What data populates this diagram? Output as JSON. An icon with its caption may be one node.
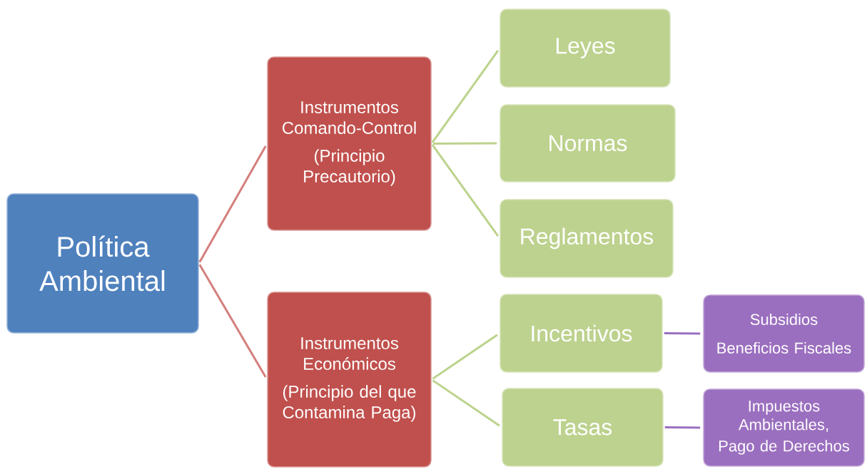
{
  "diagram": {
    "nodes": [
      {
        "text": [
          "Política Ambiental"
        ]
      },
      {
        "text": [
          "Instrumentos Comando-Control",
          "(Principio Precautorio)"
        ]
      },
      {
        "text": [
          "Instrumentos Económicos",
          "(Principio del que Contamina Paga)"
        ]
      },
      {
        "text": [
          "Leyes"
        ]
      },
      {
        "text": [
          "Normas"
        ]
      },
      {
        "text": [
          "Reglamentos"
        ]
      },
      {
        "text": [
          "Incentivos"
        ]
      },
      {
        "text": [
          "Tasas"
        ]
      },
      {
        "text": [
          "Subsidios",
          "Beneficios Fiscales"
        ]
      },
      {
        "text": [
          "Impuestos Ambientales,",
          "Pago de Derechos"
        ]
      }
    ],
    "edges": [
      {
        "from": 0,
        "to": 1,
        "arrow": "none",
        "color": "#d47f7d"
      },
      {
        "from": 0,
        "to": 2,
        "arrow": "none",
        "color": "#d47f7d"
      },
      {
        "from": 1,
        "to": 3,
        "arrow": "none",
        "color": "#bcd38c"
      },
      {
        "from": 1,
        "to": 4,
        "arrow": "none",
        "color": "#bcd38c"
      },
      {
        "from": 1,
        "to": 5,
        "arrow": "none",
        "color": "#bcd38c"
      },
      {
        "from": 2,
        "to": 6,
        "arrow": "none",
        "color": "#bcd38c"
      },
      {
        "from": 2,
        "to": 7,
        "arrow": "none",
        "color": "#bcd38c"
      },
      {
        "from": 6,
        "to": 8,
        "arrow": "none",
        "color": "#9b6fbf"
      },
      {
        "from": 7,
        "to": 9,
        "arrow": "none",
        "color": "#9b6fbf"
      }
    ]
  }
}
